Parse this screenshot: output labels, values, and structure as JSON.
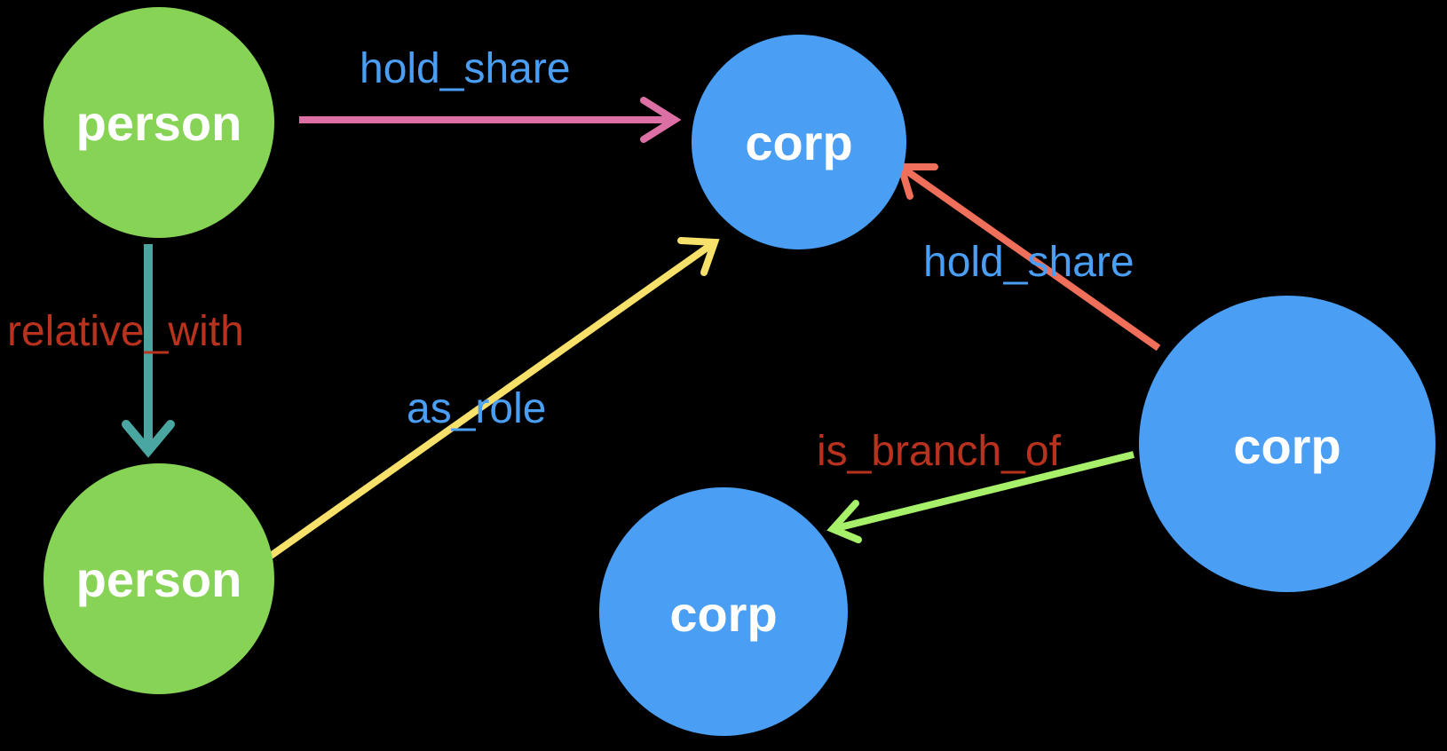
{
  "nodes": {
    "person_top": {
      "label": "person",
      "color": "#86d356"
    },
    "person_bottom": {
      "label": "person",
      "color": "#86d356"
    },
    "corp_top": {
      "label": "corp",
      "color": "#4a9ff5"
    },
    "corp_right": {
      "label": "corp",
      "color": "#4a9ff5"
    },
    "corp_bottom": {
      "label": "corp",
      "color": "#4a9ff5"
    }
  },
  "edges": {
    "hold_share_person": {
      "label": "hold_share",
      "line_color": "#dc6fa4",
      "label_color": "#4a9ff5"
    },
    "relative_with": {
      "label": "relative_with",
      "line_color": "#4aa6a0",
      "label_color": "#b8321e"
    },
    "as_role": {
      "label": "as_role",
      "line_color": "#f7e16b",
      "label_color": "#4a9ff5"
    },
    "hold_share_corp": {
      "label": "hold_share",
      "line_color": "#ef6f5a",
      "label_color": "#4a9ff5"
    },
    "is_branch_of": {
      "label": "is_branch_of",
      "line_color": "#a6f06a",
      "label_color": "#b8321e"
    }
  }
}
